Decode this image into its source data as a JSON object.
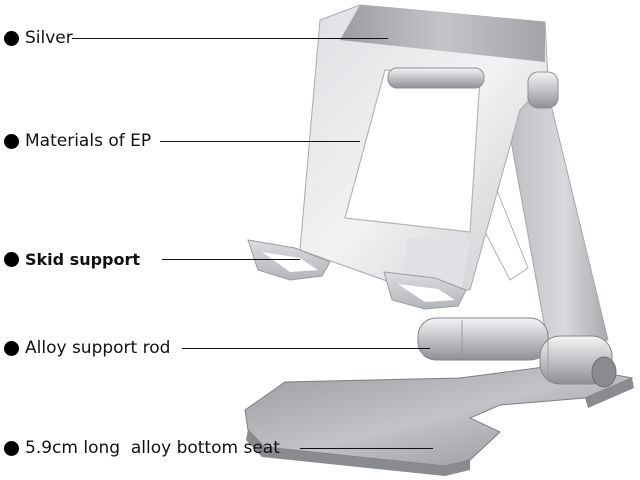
{
  "callouts": [
    {
      "label": "Silver"
    },
    {
      "label": "Materials of EP"
    },
    {
      "label": "Skid support"
    },
    {
      "label": "Alloy support rod"
    },
    {
      "label": "5.9cm long  alloy bottom seat"
    }
  ],
  "colors": {
    "aluminum_light": "#e4e4e6",
    "aluminum_mid": "#c8c9cc",
    "aluminum_dark": "#9ea0a4",
    "text": "#111111"
  }
}
